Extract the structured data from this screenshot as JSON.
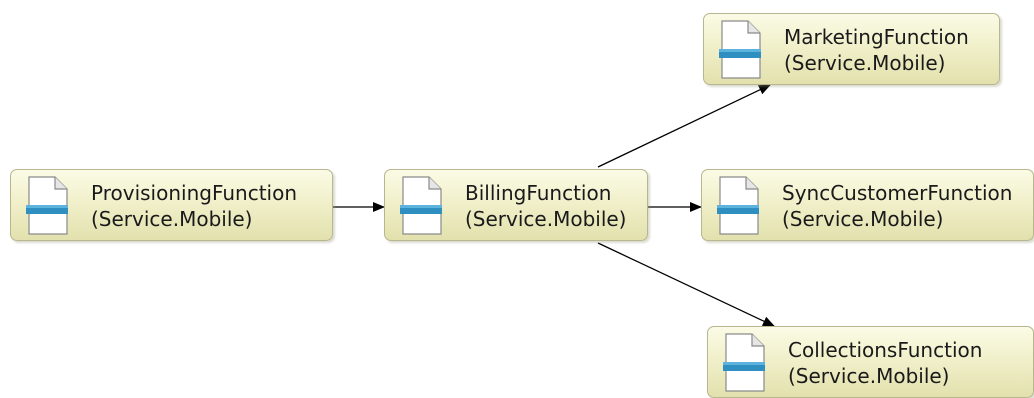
{
  "diagram": {
    "nodes": [
      {
        "id": "provisioning",
        "name": "ProvisioningFunction",
        "subtitle": "(Service.Mobile)",
        "icon": "document-icon"
      },
      {
        "id": "billing",
        "name": "BillingFunction",
        "subtitle": "(Service.Mobile)",
        "icon": "document-icon"
      },
      {
        "id": "marketing",
        "name": "MarketingFunction",
        "subtitle": "(Service.Mobile)",
        "icon": "document-icon"
      },
      {
        "id": "sync",
        "name": "SyncCustomerFunction",
        "subtitle": "(Service.Mobile)",
        "icon": "document-icon"
      },
      {
        "id": "collections",
        "name": "CollectionsFunction",
        "subtitle": "(Service.Mobile)",
        "icon": "document-icon"
      }
    ],
    "edges": [
      {
        "from": "provisioning",
        "to": "billing"
      },
      {
        "from": "billing",
        "to": "marketing"
      },
      {
        "from": "billing",
        "to": "sync"
      },
      {
        "from": "billing",
        "to": "collections"
      }
    ],
    "colors": {
      "node_fill_top": "#fbfbe6",
      "node_fill_bottom": "#e2e1ad",
      "node_border": "#b8b68e",
      "icon_bar": "#2f8fc0",
      "edge": "#000000"
    }
  }
}
